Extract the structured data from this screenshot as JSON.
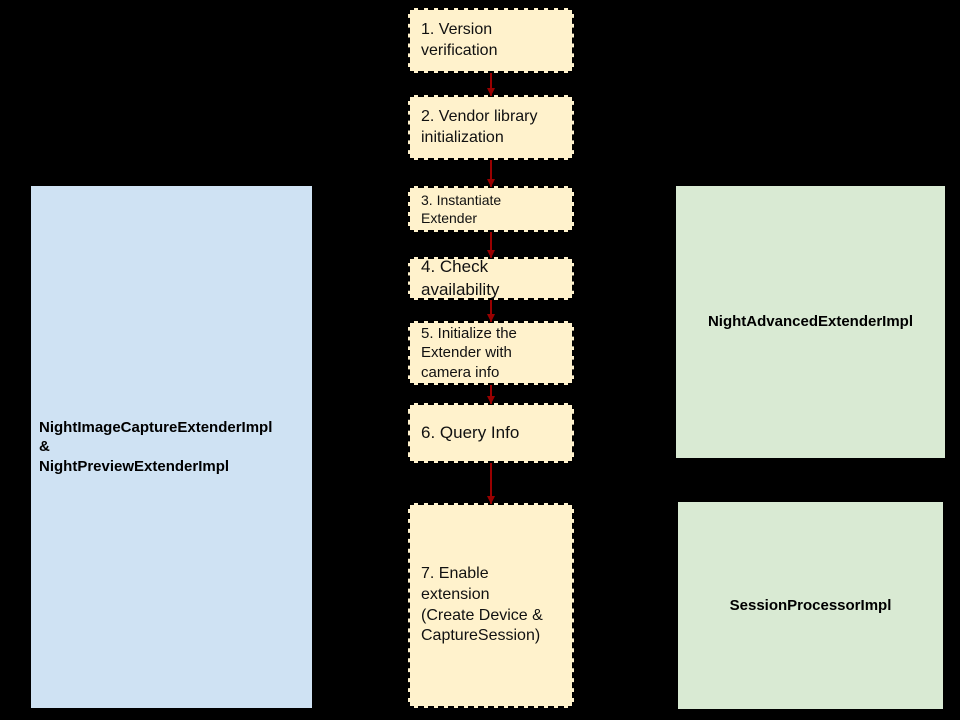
{
  "colors": {
    "background": "#000000",
    "step_fill": "#FFF2CC",
    "step_border": "#000000",
    "left_box_fill": "#CFE2F3",
    "right_box_fill": "#D9EAD3",
    "arrow": "#990000",
    "text": "#000000"
  },
  "steps": [
    {
      "label": "1. Version\nverification"
    },
    {
      "label": "2. Vendor library\ninitialization"
    },
    {
      "label": "3. Instantiate\nExtender"
    },
    {
      "label": "4. Check availability"
    },
    {
      "label": "5. Initialize the\nExtender with\ncamera info"
    },
    {
      "label": "6. Query Info"
    },
    {
      "label": "7. Enable\nextension\n(Create Device &\nCaptureSession)"
    }
  ],
  "side_boxes": {
    "left": {
      "label": "NightImageCaptureExtenderImpl\n&\nNightPreviewExtenderImpl"
    },
    "right_top": {
      "label": "NightAdvancedExtenderImpl"
    },
    "right_bottom": {
      "label": "SessionProcessorImpl"
    }
  }
}
